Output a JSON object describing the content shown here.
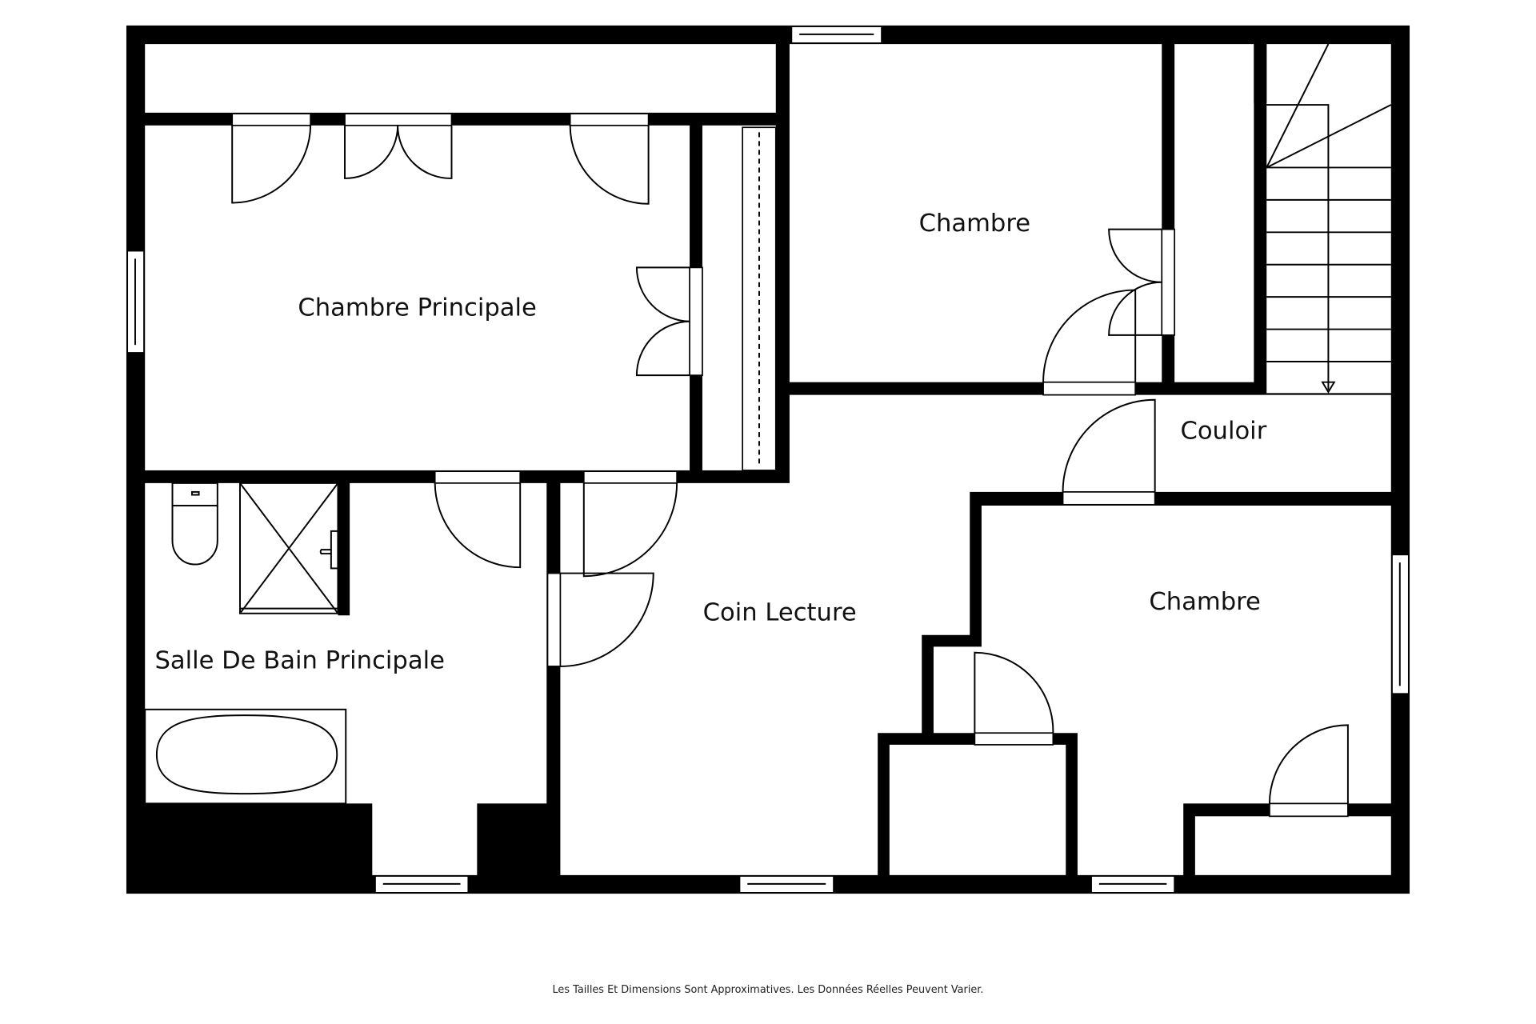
{
  "plan": {
    "colors": {
      "wall": "#000000",
      "floor": "#ffffff",
      "text": "#111111"
    },
    "rooms": [
      {
        "id": "master-bedroom",
        "label": "Chambre Principale"
      },
      {
        "id": "bedroom-top",
        "label": "Chambre"
      },
      {
        "id": "hallway",
        "label": "Couloir"
      },
      {
        "id": "reading-nook",
        "label": "Coin Lecture"
      },
      {
        "id": "bedroom-right",
        "label": "Chambre"
      },
      {
        "id": "master-bathroom",
        "label": "Salle De Bain Principale"
      }
    ]
  },
  "footer": {
    "disclaimer": "Les Tailles Et Dimensions Sont Approximatives. Les Données Réelles Peuvent Varier."
  }
}
